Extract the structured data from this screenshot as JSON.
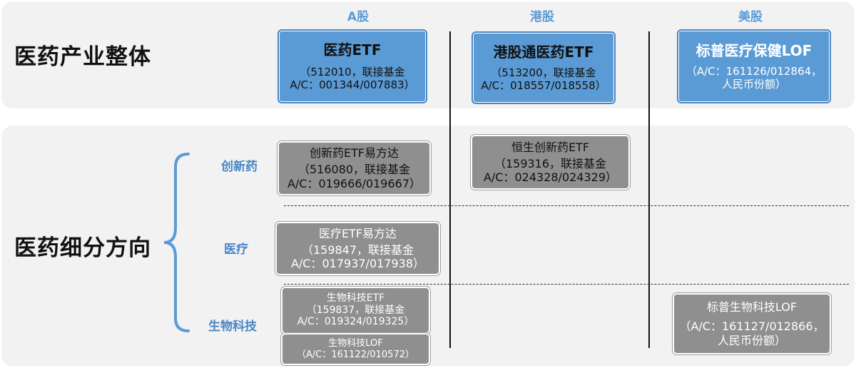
{
  "columns": {
    "a_share": "A股",
    "hk_share": "港股",
    "us_share": "美股"
  },
  "rows": {
    "overall": "医药产业整体",
    "segments": "医药细分方向"
  },
  "segments": {
    "innovative_drug": "创新药",
    "medical": "医疗",
    "biotech": "生物科技"
  },
  "boxes": {
    "a_overall": {
      "name": "医药ETF",
      "line1": "（512010，联接基金",
      "line2": "A/C：001344/007883）"
    },
    "hk_overall": {
      "name": "港股通医药ETF",
      "line1": "（513200，联接基金",
      "line2": "A/C：018557/018558）"
    },
    "us_overall": {
      "name": "标普医疗保健LOF",
      "line1": "（A/C：161126/012864，",
      "line2": "人民币份额）"
    },
    "a_innovative": {
      "name": "创新药ETF易方达",
      "line1": "（516080，联接基金",
      "line2": "A/C：019666/019667）"
    },
    "hk_innovative": {
      "name": "恒生创新药ETF",
      "line1": "（159316，联接基金",
      "line2": "A/C：024328/024329）"
    },
    "a_medical": {
      "name": "医疗ETF易方达",
      "line1": "（159847，联接基金",
      "line2": "A/C：017937/017938）"
    },
    "a_biotech_etf": {
      "name": "生物科技ETF",
      "line1": "（159837，联接基金",
      "line2": "A/C：019324/019325）"
    },
    "a_biotech_lof": {
      "name": "生物科技LOF",
      "line1": "（A/C：161122/010572）"
    },
    "us_biotech": {
      "name": "标普生物科技LOF",
      "line1": "（A/C：161127/012866，",
      "line2": "人民币份额）"
    }
  },
  "colors": {
    "blue_box": "#5b9bd5",
    "gray_box": "#8f8f8f",
    "header_text": "#5b9bd5",
    "panel": "#f2f2f2"
  }
}
